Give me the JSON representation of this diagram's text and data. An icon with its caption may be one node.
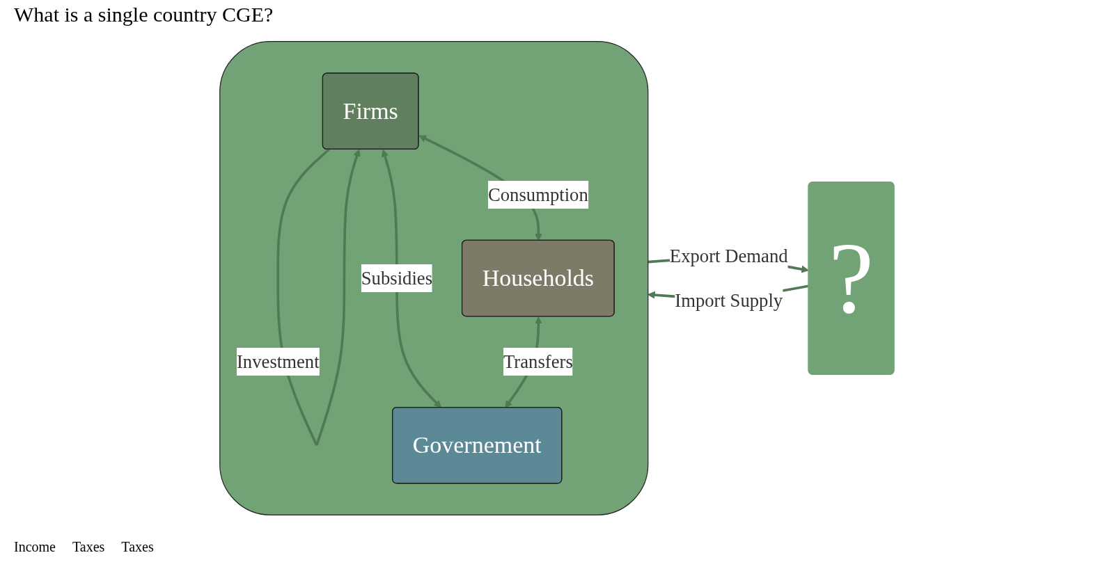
{
  "diagram": {
    "title": "What is a single country CGE?",
    "nodes": [
      {
        "text": [],
        "shape": "box"
      },
      {
        "text": [
          "Firms"
        ],
        "in": 0
      },
      {
        "text": [
          "Households"
        ],
        "in": 0
      },
      {
        "text": [
          "Governement"
        ],
        "in": 0
      },
      {
        "text": [
          "?"
        ]
      }
    ],
    "edges": [
      {
        "from": 1,
        "to": 1,
        "arrow": "to",
        "label": "Investment"
      },
      {
        "from": 1,
        "to": 2,
        "arrow": "both",
        "label": "Consumption"
      },
      {
        "from": 1,
        "to": 3,
        "arrow": "both",
        "label": "Subsidies"
      },
      {
        "from": 2,
        "to": 3,
        "arrow": "both",
        "label": "Transfers"
      },
      {
        "from": 0,
        "to": 4,
        "arrow": "to",
        "label": "Export Demand"
      },
      {
        "from": 4,
        "to": 0,
        "arrow": "to",
        "label": "Import Supply"
      }
    ],
    "labels": [
      "Income",
      "Taxes",
      "Taxes"
    ]
  }
}
